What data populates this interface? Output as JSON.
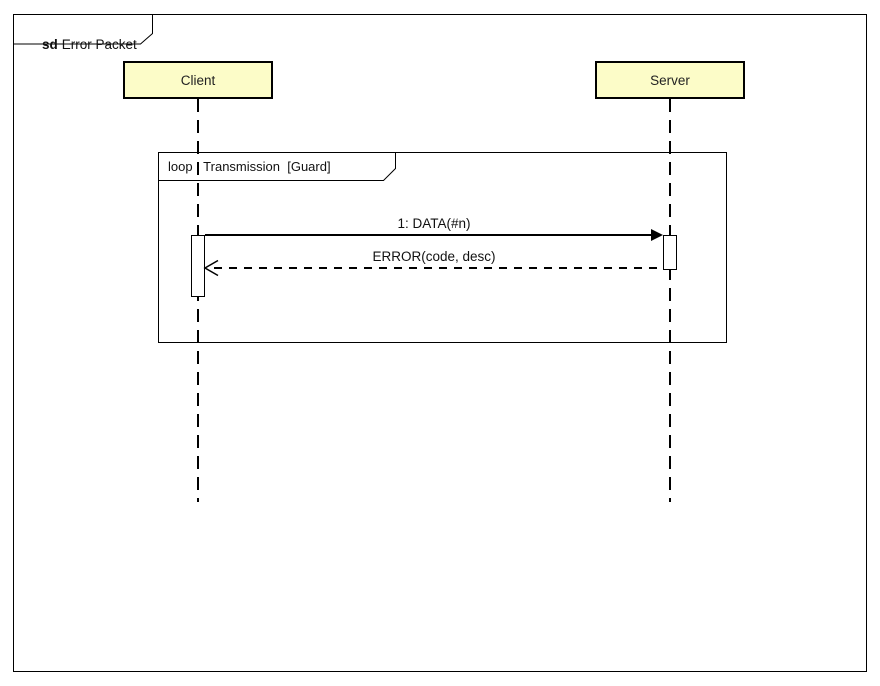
{
  "frame": {
    "keyword": "sd",
    "title": "Error Packet"
  },
  "lifelines": [
    {
      "name": "Client"
    },
    {
      "name": "Server"
    }
  ],
  "fragment": {
    "operator": "loop",
    "label": "loop : Transmission  [Guard]"
  },
  "messages": [
    {
      "label": "1: DATA(#n)",
      "from": "Client",
      "to": "Server",
      "line": "solid",
      "arrowhead": "filled"
    },
    {
      "label": "ERROR(code, desc)",
      "from": "Server",
      "to": "Client",
      "line": "dashed",
      "arrowhead": "open"
    }
  ],
  "colors": {
    "lifeline_header_fill": "#FCFCC8",
    "line": "#000000",
    "background": "#FFFFFF"
  }
}
